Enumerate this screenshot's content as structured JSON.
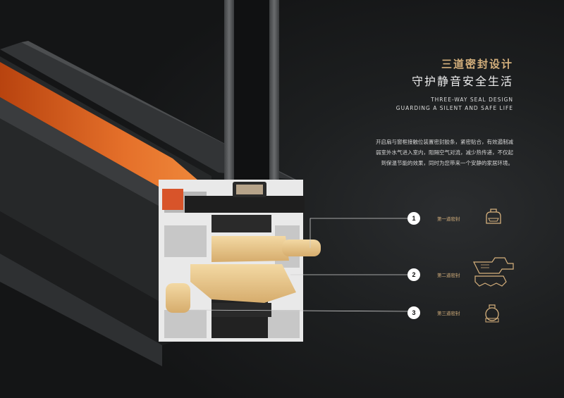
{
  "header": {
    "title_cn": "三道密封设计",
    "subtitle_cn": "守护静音安全生活",
    "title_en": "THREE-WAY SEAL DESIGN",
    "subtitle_en": "GUARDING A SILENT AND SAFE LIFE"
  },
  "description": {
    "lines": [
      "开启扇与窗框接触位装置密封胶条，紧密贴合，有效遏制减",
      "弱室外水气进入室内，阻隔空气对流，减少热传递，不仅起",
      "到保温节能的效果，同时为您带来一个安静的家居环境。"
    ]
  },
  "seals": [
    {
      "number": "1",
      "label": "第一道密封",
      "icon": "seal-1-profile-icon"
    },
    {
      "number": "2",
      "label": "第二道密封",
      "icon": "seal-2-profile-icon"
    },
    {
      "number": "3",
      "label": "第三道密封",
      "icon": "seal-3-profile-icon"
    }
  ],
  "colors": {
    "accent_gold": "#d5b07c",
    "thermal_break_orange": "#e06a1e",
    "gasket_tan": "#e8c88e",
    "background": "#1a1b1c"
  }
}
